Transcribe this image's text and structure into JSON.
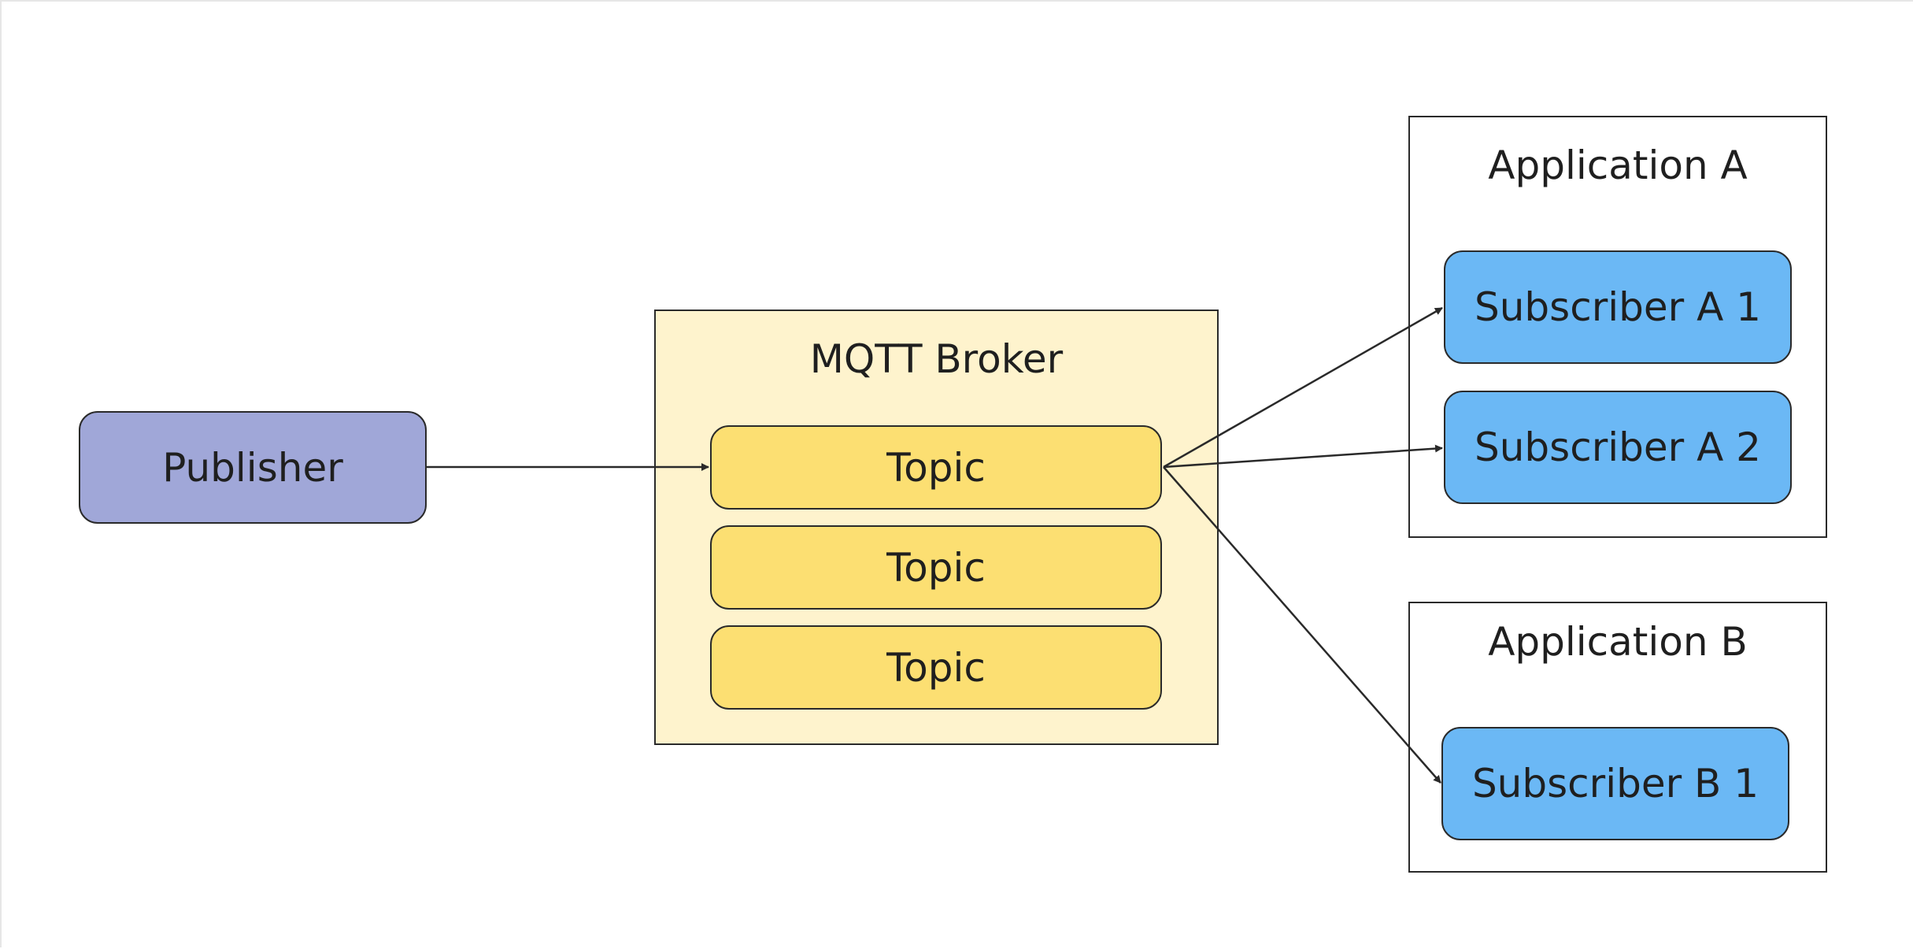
{
  "colors": {
    "publisher_fill": "#a0a7d8",
    "broker_fill": "#fef3cd",
    "topic_fill": "#fcdf72",
    "subscriber_fill": "#6bb8f5",
    "application_fill": "#ffffff",
    "stroke": "#2a2a2a"
  },
  "publisher": {
    "label": "Publisher"
  },
  "broker": {
    "title": "MQTT Broker",
    "topics": [
      "Topic",
      "Topic",
      "Topic"
    ]
  },
  "applications": [
    {
      "title": "Application A",
      "subscribers": [
        "Subscriber A 1",
        "Subscriber A 2"
      ]
    },
    {
      "title": "Application B",
      "subscribers": [
        "Subscriber B 1"
      ]
    }
  ]
}
